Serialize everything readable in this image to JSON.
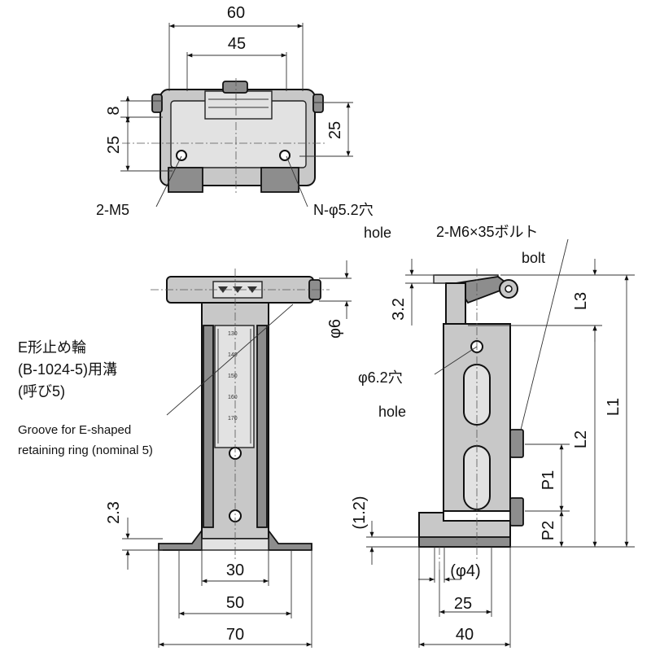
{
  "top_view": {
    "dim_60": "60",
    "dim_45": "45",
    "dim_8": "8",
    "dim_25_left": "25",
    "dim_25_right": "25",
    "label_2m5": "2-M5",
    "label_n_hole": "N-φ5.2穴",
    "label_hole": "hole"
  },
  "front_view": {
    "label_groove_jp_1": "E形止め輪",
    "label_groove_jp_2": "(B-1024-5)用溝",
    "label_groove_jp_3": "(呼び5)",
    "label_groove_en_1": "Groove for E-shaped",
    "label_groove_en_2": "retaining ring (nominal 5)",
    "dim_phi6": "φ6",
    "dim_2_3": "2.3",
    "dim_30": "30",
    "dim_50": "50",
    "dim_70": "70",
    "scale_marks": [
      "130",
      "140",
      "150",
      "160",
      "170"
    ]
  },
  "side_view": {
    "label_bolt_jp": "2-M6×35ボルト",
    "label_bolt_en": "bolt",
    "dim_3_2": "3.2",
    "label_hole_phi": "φ6.2穴",
    "label_hole": "hole",
    "dim_1_2": "(1.2)",
    "dim_phi4": "(φ4)",
    "dim_25": "25",
    "dim_40": "40",
    "dim_L1": "L1",
    "dim_L2": "L2",
    "dim_L3": "L3",
    "dim_P1": "P1",
    "dim_P2": "P2"
  }
}
